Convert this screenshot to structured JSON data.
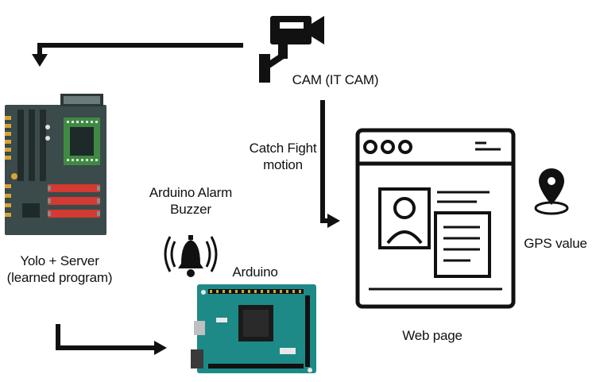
{
  "labels": {
    "cam": "CAM (IT CAM)",
    "catch": "Catch Fight motion",
    "catch_line1": "Catch Fight",
    "catch_line2": "motion",
    "server_line1": "Yolo + Server",
    "server_line2": "(learned program)",
    "buzzer_line1": "Arduino Alarm",
    "buzzer_line2": "Buzzer",
    "arduino": "Arduino",
    "webpage": "Web page",
    "gps": "GPS value"
  },
  "icons": {
    "camera": "cctv-camera-icon",
    "server": "server-board-icon",
    "buzzer": "alarm-bell-icon",
    "arduino": "arduino-board-icon",
    "webpage": "browser-window-icon",
    "gps": "map-pin-icon"
  },
  "colors": {
    "ink": "#111111",
    "board_pcb": "#3b4a4a",
    "chip_green": "#3f8a43",
    "resistor_red": "#d23a32",
    "arduino_teal": "#1d8a88",
    "gold": "#d6a536"
  }
}
